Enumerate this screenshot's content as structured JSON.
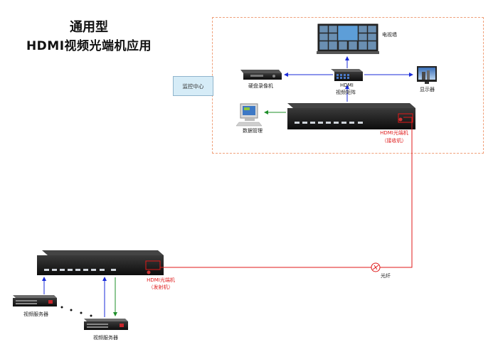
{
  "title": {
    "line1": "通用型",
    "line2": "HDMI视频光端机应用"
  },
  "control_center": {
    "label": "监控中心"
  },
  "devices": {
    "tv_wall": {
      "label": "电视墙"
    },
    "dvr": {
      "label": "硬盘录像机"
    },
    "matrix": {
      "label_line1": "HDMI",
      "label_line2": "视频矩阵"
    },
    "monitor": {
      "label": "显示器"
    },
    "data_mgmt": {
      "label": "数据管理"
    },
    "receiver": {
      "label_line1": "HDMI光端机",
      "label_line2": "（接收机）"
    },
    "transmitter": {
      "label_line1": "HDMI光端机",
      "label_line2": "（发射机）"
    },
    "fiber": {
      "label": "光纤"
    },
    "server_left": {
      "label": "视频服务器"
    },
    "server_right": {
      "label": "视频服务器"
    }
  },
  "colors": {
    "fiber": "#e01818",
    "blue_arrow": "#1a2bd8",
    "green_arrow": "#1f8f2a",
    "dashed_border": "#f0a07a"
  }
}
